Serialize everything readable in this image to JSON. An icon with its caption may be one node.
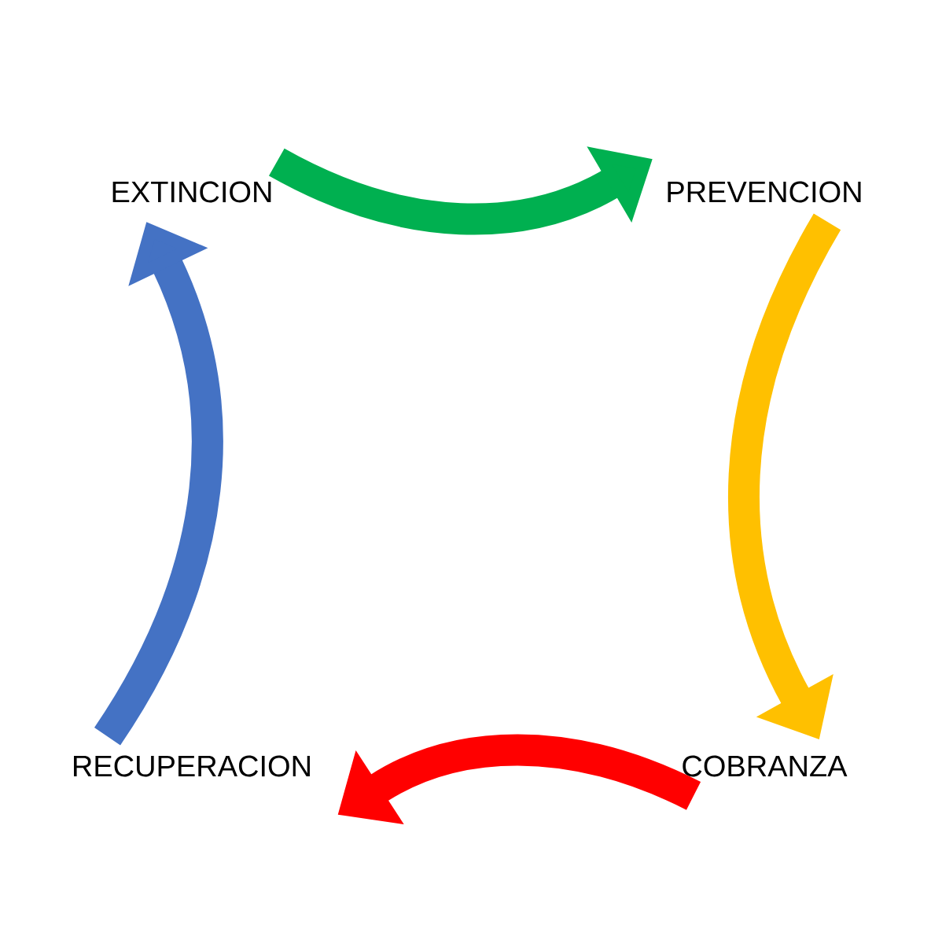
{
  "diagram": {
    "nodes": [
      {
        "text": [
          "EXTINCION"
        ]
      },
      {
        "text": [
          "PREVENCION"
        ]
      },
      {
        "text": [
          "COBRANZA"
        ]
      },
      {
        "text": [
          "RECUPERACION"
        ]
      }
    ],
    "edges": [
      {
        "from": 0,
        "to": 1,
        "arrow": "to",
        "color": "#00b050"
      },
      {
        "from": 1,
        "to": 2,
        "arrow": "to",
        "color": "#ffc000"
      },
      {
        "from": 2,
        "to": 3,
        "arrow": "to",
        "color": "#ff0000"
      },
      {
        "from": 3,
        "to": 0,
        "arrow": "to",
        "color": "#4472c4"
      }
    ]
  }
}
